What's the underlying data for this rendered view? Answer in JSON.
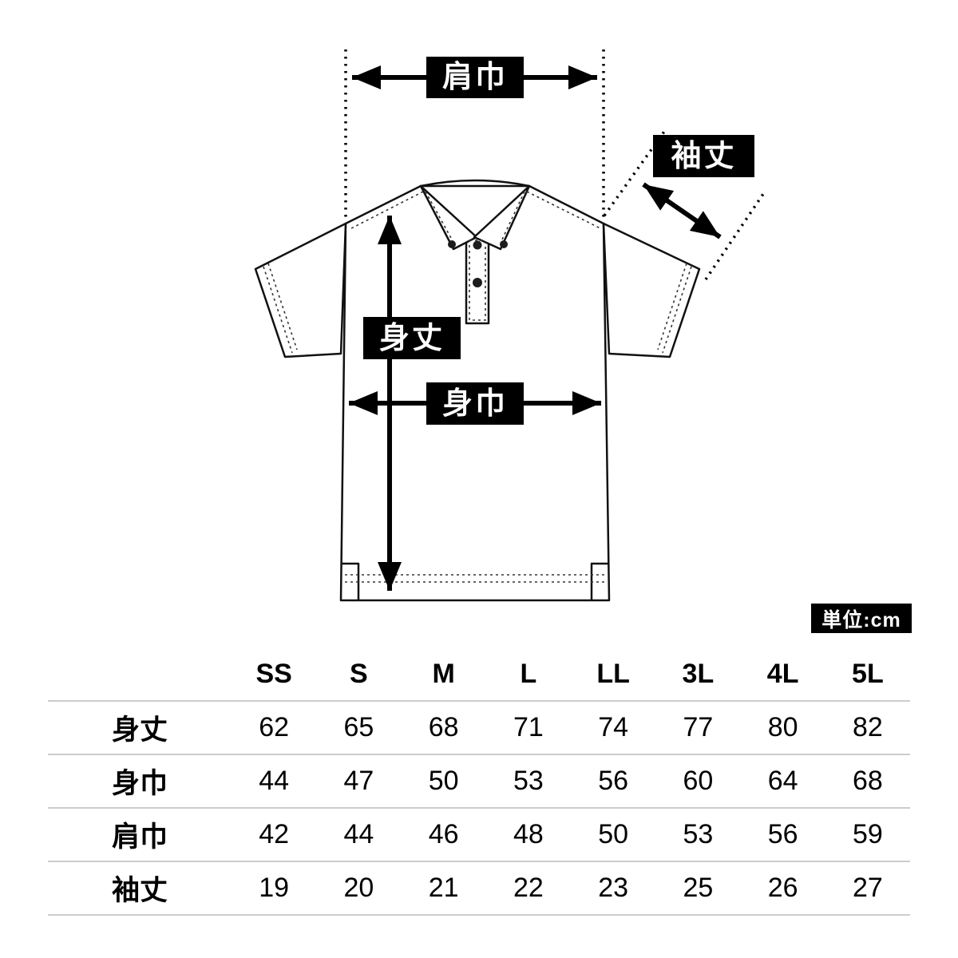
{
  "diagram": {
    "shoulder_width_label": "肩巾",
    "sleeve_length_label": "袖丈",
    "body_length_label": "身丈",
    "body_width_label": "身巾",
    "unit_badge": "単位:cm"
  },
  "chart_data": {
    "type": "table",
    "unit": "cm",
    "columns": [
      "SS",
      "S",
      "M",
      "L",
      "LL",
      "3L",
      "4L",
      "5L"
    ],
    "rows": [
      {
        "label": "身丈",
        "values": [
          62,
          65,
          68,
          71,
          74,
          77,
          80,
          82
        ]
      },
      {
        "label": "身巾",
        "values": [
          44,
          47,
          50,
          53,
          56,
          60,
          64,
          68
        ]
      },
      {
        "label": "肩巾",
        "values": [
          42,
          44,
          46,
          48,
          50,
          53,
          56,
          59
        ]
      },
      {
        "label": "袖丈",
        "values": [
          19,
          20,
          21,
          22,
          23,
          25,
          26,
          27
        ]
      }
    ]
  }
}
